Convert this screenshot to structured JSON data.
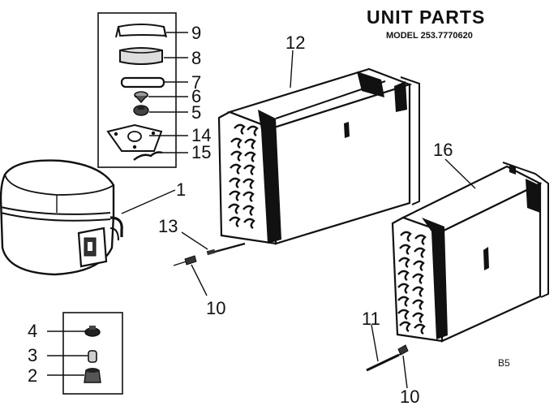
{
  "title": "UNIT PARTS",
  "model": "MODEL 253.7770620",
  "code": "B5",
  "callouts": {
    "p1": "1",
    "p2": "2",
    "p3": "3",
    "p4": "4",
    "p5": "5",
    "p6": "6",
    "p7": "7",
    "p8": "8",
    "p9": "9",
    "p10a": "10",
    "p10b": "10",
    "p11": "11",
    "p12": "12",
    "p13": "13",
    "p14": "14",
    "p15": "15",
    "p16": "16"
  }
}
